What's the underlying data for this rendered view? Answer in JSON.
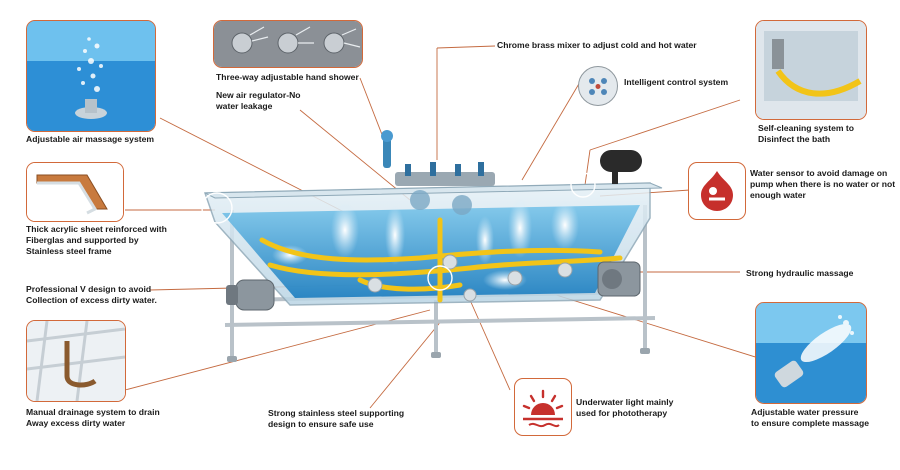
{
  "labels": {
    "air_massage": "Adjustable air massage system",
    "hand_shower": "Three-way adjustable hand shower",
    "air_regulator_1": "New air regulator-No",
    "air_regulator_2": "water leakage",
    "mixer": "Chrome brass mixer to adjust cold and hot water",
    "control": "Intelligent control system",
    "self_clean_1": "Self-cleaning system to",
    "self_clean_2": "Disinfect the bath",
    "water_sensor_1": "Water sensor to avoid damage on",
    "water_sensor_2": "pump when there is no water or not",
    "water_sensor_3": "enough water",
    "acrylic_1": "Thick acrylic sheet reinforced with",
    "acrylic_2": "Fiberglas and supported by",
    "acrylic_3": "Stainless steel frame",
    "v_design_1": "Professional V design to avoid",
    "v_design_2": "Collection of excess dirty water.",
    "hydraulic": "Strong hydraulic massage",
    "drainage_1": "Manual drainage system to drain",
    "drainage_2": "Away excess dirty water",
    "steel_1": "Strong stainless steel supporting",
    "steel_2": "design to ensure safe use",
    "light_1": "Underwater light mainly",
    "light_2": "used for phototherapy",
    "pressure_1": "Adjustable water pressure",
    "pressure_2": "to ensure complete massage"
  },
  "icons": {
    "control": "control-panel-icon",
    "sensor": "water-sensor-icon",
    "light": "sunrise-light-icon"
  },
  "colors": {
    "accent": "#d2693a",
    "water": "#3aa0d8",
    "hose": "#f2c418",
    "text": "#1a1a1a"
  }
}
